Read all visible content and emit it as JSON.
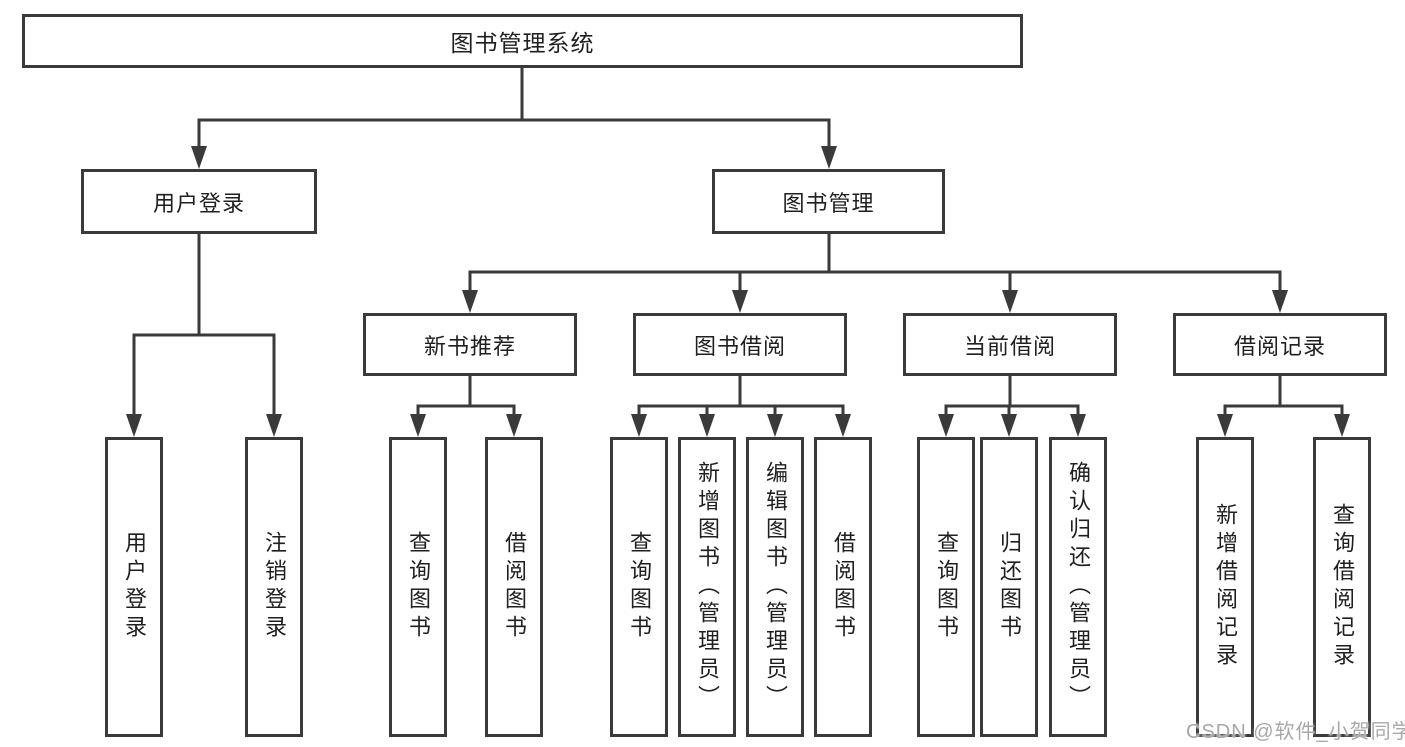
{
  "diagram": {
    "title": "图书管理系统",
    "branches": {
      "user_login": {
        "label": "用户登录",
        "children": {
          "login": "用户登录",
          "logout": "注销登录"
        }
      },
      "book_management": {
        "label": "图书管理",
        "sections": {
          "new_book": {
            "label": "新书推荐",
            "children": {
              "query": "查询图书",
              "borrow": "借阅图书"
            }
          },
          "borrow": {
            "label": "图书借阅",
            "children": {
              "query": "查询图书",
              "add": "新增图书（管理员）",
              "edit": "编辑图书（管理员）",
              "borrow": "借阅图书"
            }
          },
          "current": {
            "label": "当前借阅",
            "children": {
              "query": "查询图书",
              "return": "归还图书",
              "confirm": "确认归还（管理员）"
            }
          },
          "records": {
            "label": "借阅记录",
            "children": {
              "add": "新增借阅记录",
              "query": "查询借阅记录"
            }
          }
        }
      }
    }
  },
  "watermark": "CSDN @软件_小贺同学",
  "colors": {
    "line": "#3a3a3a",
    "text": "#1f1f1f",
    "watermark": "#a8a8a8",
    "background": "#ffffff"
  }
}
